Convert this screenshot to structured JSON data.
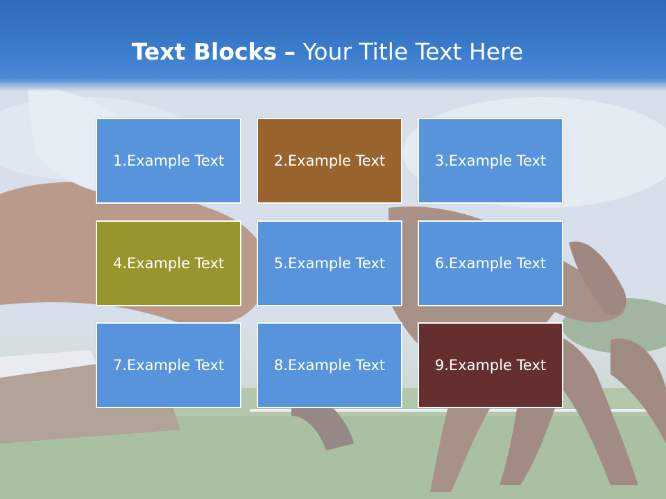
{
  "title": {
    "bold": "Text Blocks",
    "dash": "–",
    "rest": "Your Title Text Here"
  },
  "colors": {
    "blue": "#5794dc",
    "brown": "#99632e",
    "olive": "#97962c",
    "maroon": "#652f2f",
    "title_band": "#3a7ccc"
  },
  "blocks": [
    {
      "label": "1.Example Text",
      "color": "#5794dc"
    },
    {
      "label": "2.Example Text",
      "color": "#99632e"
    },
    {
      "label": "3.Example Text",
      "color": "#5794dc"
    },
    {
      "label": "4.Example Text",
      "color": "#97962c"
    },
    {
      "label": "5.Example Text",
      "color": "#5794dc"
    },
    {
      "label": "6.Example Text",
      "color": "#5794dc"
    },
    {
      "label": "7.Example Text",
      "color": "#5794dc"
    },
    {
      "label": "8.Example Text",
      "color": "#5794dc"
    },
    {
      "label": "9.Example Text",
      "color": "#652f2f"
    }
  ]
}
